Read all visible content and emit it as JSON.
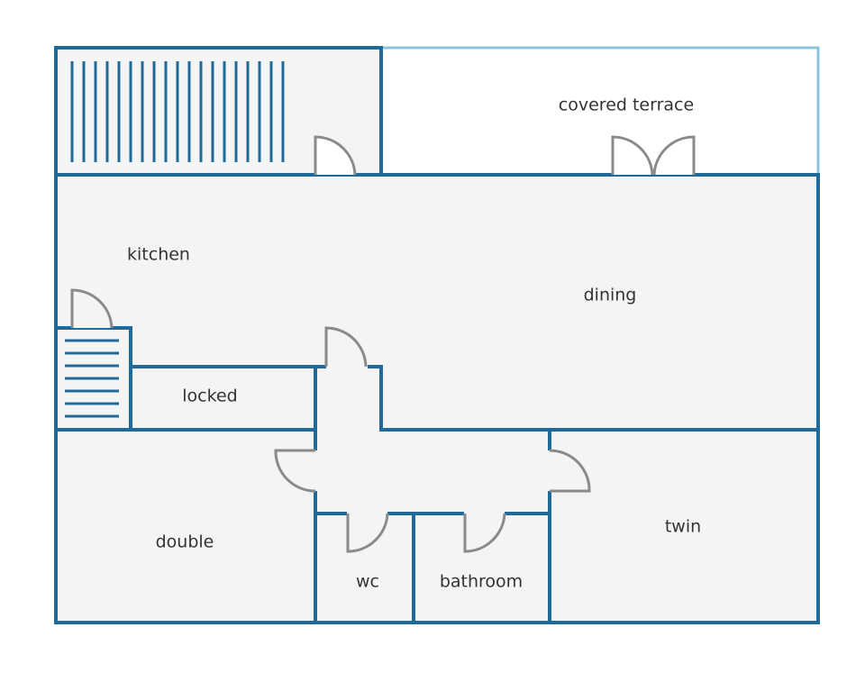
{
  "colors": {
    "background": "#ffffff",
    "floor": "#f4f4f4",
    "wall": "#1f6a99",
    "terrace_outline": "#8ec3e0",
    "door": "#8a8a8a",
    "text": "#333333"
  },
  "rooms": {
    "covered_terrace": "covered terrace",
    "kitchen": "kitchen",
    "dining": "dining",
    "locked": "locked",
    "double": "double",
    "wc": "wc",
    "bathroom": "bathroom",
    "twin": "twin"
  },
  "icons": {
    "stairs": "stairs-icon",
    "door": "door-swing-icon"
  }
}
